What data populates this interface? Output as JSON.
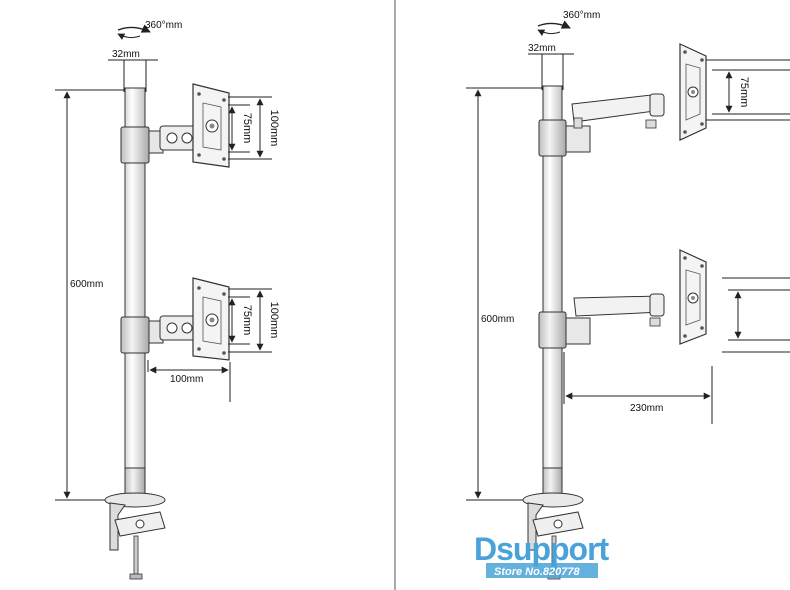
{
  "left_panel": {
    "rotation_label": "360°mm",
    "pole_diameter": "32mm",
    "height_label": "600mm",
    "top_plate_inner": "75mm",
    "top_plate_outer": "100mm",
    "bottom_plate_inner": "75mm",
    "bottom_plate_outer": "100mm",
    "arm_reach": "100mm"
  },
  "right_panel": {
    "rotation_label": "360°mm",
    "pole_diameter": "32mm",
    "height_label": "600mm",
    "top_plate_inner": "75mm",
    "arm_reach": "230mm"
  },
  "watermark": {
    "brand": "Dsupport",
    "store": "Store No.820778"
  },
  "colors": {
    "line": "#333333",
    "watermark_blue": "#4aa3d8"
  }
}
